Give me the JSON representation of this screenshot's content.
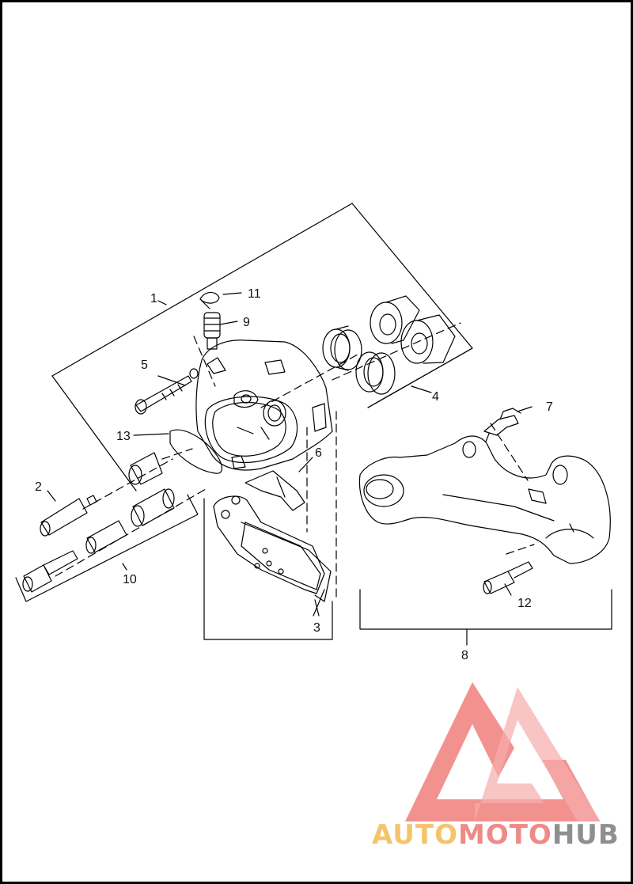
{
  "diagram": {
    "callouts": [
      "1",
      "2",
      "3",
      "4",
      "5",
      "6",
      "7",
      "8",
      "9",
      "10",
      "11",
      "12",
      "13"
    ]
  },
  "watermark": {
    "part1": "AUTO",
    "part2": "MOTO",
    "part3": "HUB",
    "colors": {
      "auto": "#f5c46a",
      "moto": "#ee8a87",
      "hub": "#8f8f8f",
      "logo": "#f07f7c"
    }
  }
}
